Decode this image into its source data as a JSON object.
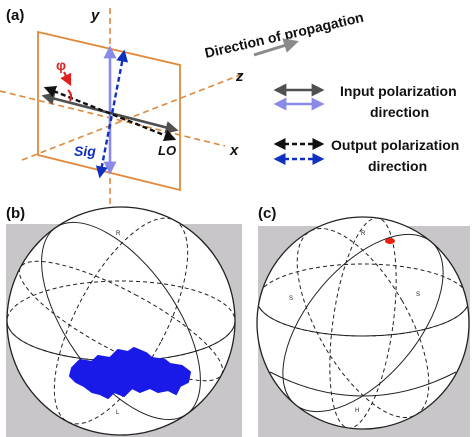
{
  "panels": {
    "a": {
      "tag": "(a)"
    },
    "b": {
      "tag": "(b)"
    },
    "c": {
      "tag": "(c)"
    }
  },
  "axes": {
    "x": "x",
    "y": "y",
    "z": "z"
  },
  "beam": {
    "phi": "φ",
    "sig": "Sig",
    "lo": "LO"
  },
  "propagation": {
    "label": "Direction of propagation"
  },
  "legend": {
    "input_line1": "Input polarization",
    "input_line2": "direction",
    "output_line1": "Output polarization",
    "output_line2": "direction"
  },
  "sphere_b": {
    "marks": {
      "top": "R",
      "bottom": "L"
    }
  },
  "sphere_c": {
    "marks": {
      "top": "R",
      "bottom": "H",
      "left": "S",
      "right": "S"
    }
  },
  "colors": {
    "plane": "#e0893c",
    "axis_dash": "#e0893c",
    "gray_arrow": "#505050",
    "light_blue": "#8a8ae8",
    "dark_blue": "#1030c0",
    "dark": "#111111",
    "red": "#e02020",
    "sphere_bg": "#c8c6c8",
    "points_blue": "#1a1ae8",
    "points_red": "#e82010"
  }
}
